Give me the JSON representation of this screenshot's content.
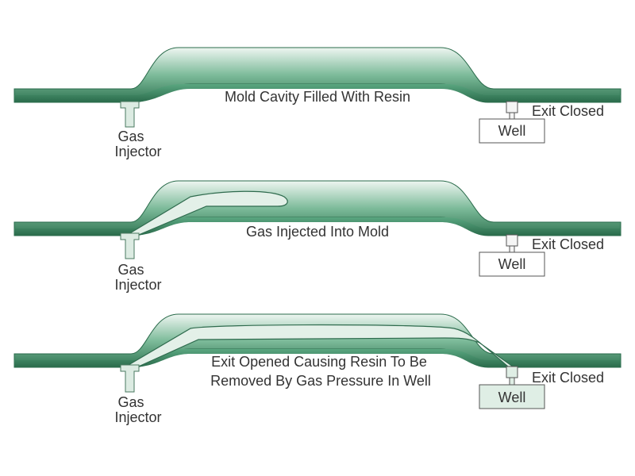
{
  "colors": {
    "mold_dark": "#2e7050",
    "mold_mid": "#5aa680",
    "mold_light": "#e6f2ec",
    "gas_fill": "#e3f0e8",
    "outline": "#1f5d40",
    "text": "#333333",
    "well_active": "#dfeee5"
  },
  "stages": [
    {
      "caption": [
        "Mold Cavity Filled With Resin"
      ],
      "injector": [
        "Gas",
        "Injector"
      ],
      "exit_label": "Exit Closed",
      "well_label": "Well"
    },
    {
      "caption": [
        "Gas Injected Into Mold"
      ],
      "injector": [
        "Gas",
        "Injector"
      ],
      "exit_label": "Exit Closed",
      "well_label": "Well"
    },
    {
      "caption": [
        "Exit Opened Causing Resin To Be",
        "Removed By Gas Pressure In Well"
      ],
      "injector": [
        "Gas",
        "Injector"
      ],
      "exit_label": "Exit Closed",
      "well_label": "Well"
    }
  ]
}
